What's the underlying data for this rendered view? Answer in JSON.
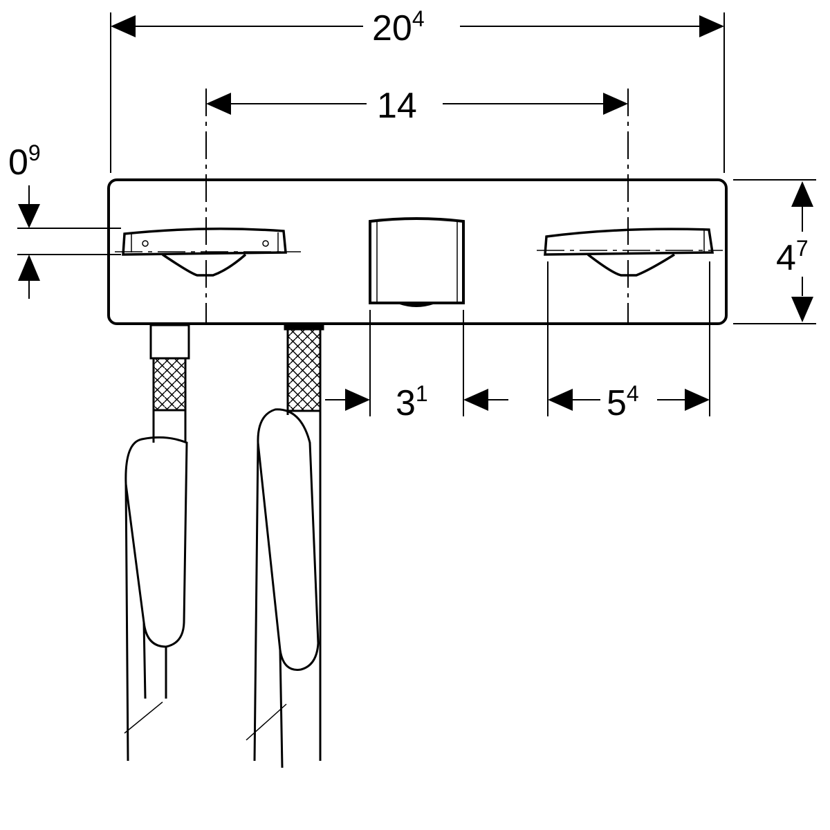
{
  "dimensions": {
    "overall_width": {
      "main": "20",
      "sup": "4"
    },
    "handle_spacing": {
      "main": "14",
      "sup": ""
    },
    "handle_offset": {
      "main": "0",
      "sup": "9"
    },
    "panel_height": {
      "main": "4",
      "sup": "7"
    },
    "spout_width": {
      "main": "3",
      "sup": "1"
    },
    "handle_width": {
      "main": "5",
      "sup": "4"
    }
  },
  "colors": {
    "line": "#000000",
    "background": "#ffffff"
  }
}
